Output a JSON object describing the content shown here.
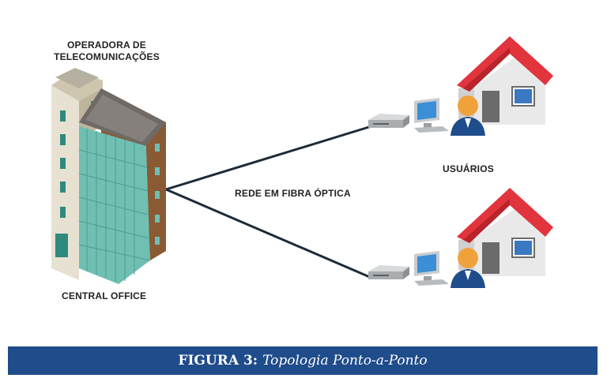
{
  "labels": {
    "operator_line1": "OPERADORA DE",
    "operator_line2": "TELECOMUNICAÇÕES",
    "central_office": "CENTRAL OFFICE",
    "network": "REDE EM FIBRA ÓPTICA",
    "users": "USUÁRIOS"
  },
  "caption": {
    "prefix": "FIGURA 3:",
    "title": "Topologia Ponto-a-Ponto"
  },
  "icons": [
    "building-icon",
    "modem-icon",
    "monitor-icon",
    "person-icon",
    "house-icon"
  ],
  "colors": {
    "banner": "#1f4c8a",
    "roof": "#e2343c",
    "glass": "#6fbfb3",
    "person": "#f0a23a",
    "shirt": "#1f4c8a"
  }
}
